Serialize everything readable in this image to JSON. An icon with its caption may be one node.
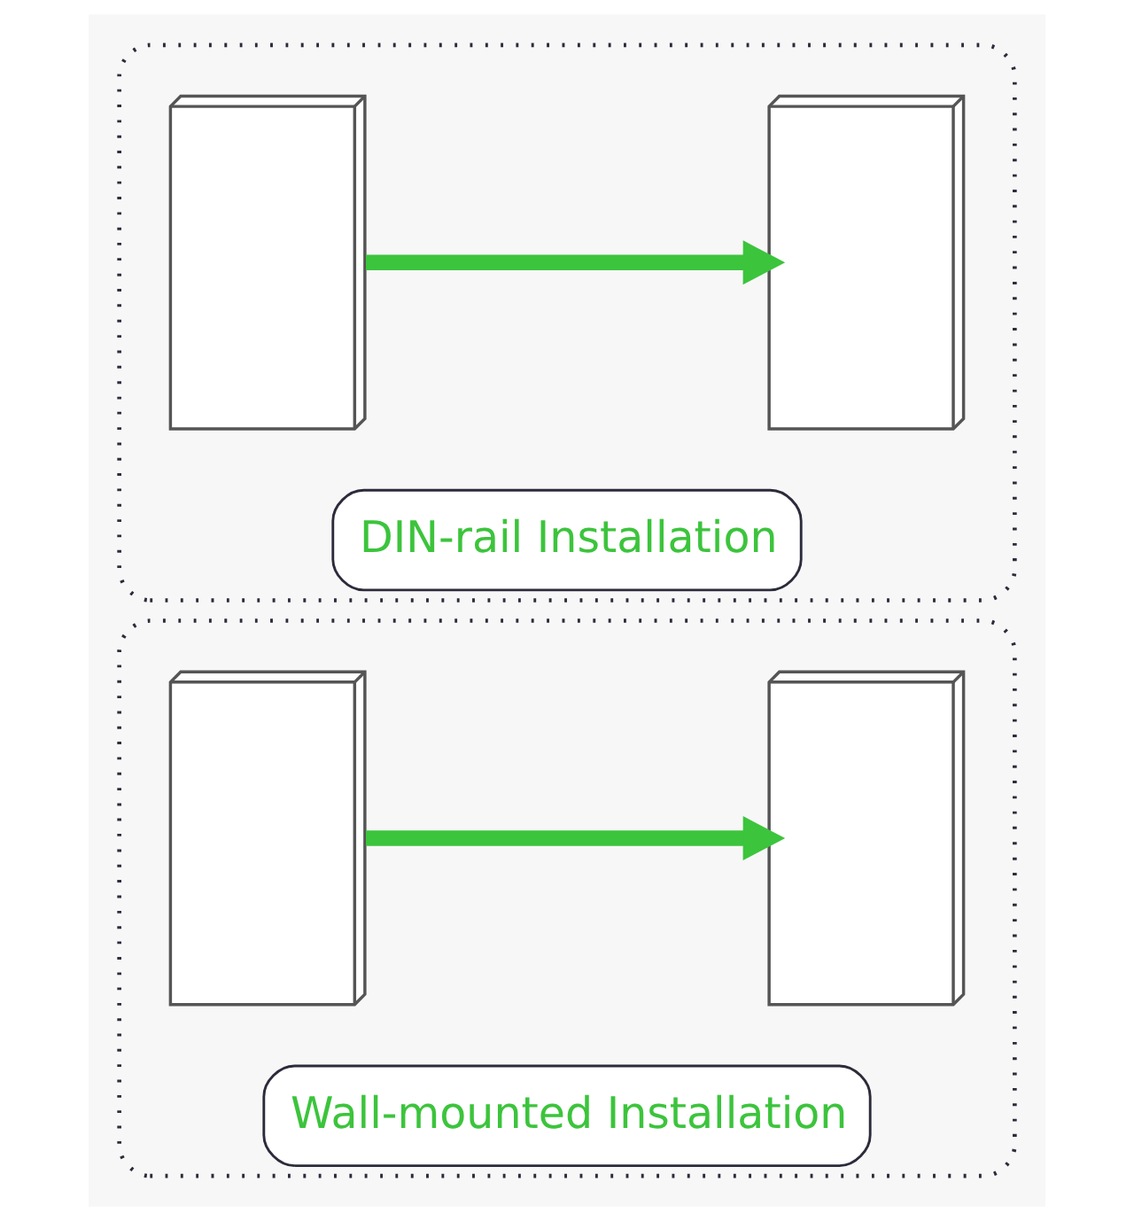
{
  "diagram": {
    "nodes": [
      {
        "text": [
          "DIN-rail Installation"
        ]
      },
      {
        "text": [],
        "shape": "picture",
        "in": 0
      },
      {
        "text": [],
        "shape": "picture",
        "in": 0
      },
      {
        "text": [
          "Wall-mounted Installation"
        ]
      },
      {
        "text": [],
        "shape": "picture",
        "in": 3
      },
      {
        "text": [],
        "shape": "picture",
        "in": 3
      }
    ],
    "edges": [
      {
        "from": 1,
        "to": 2,
        "arrow": "to"
      },
      {
        "from": 4,
        "to": 5,
        "arrow": "to"
      }
    ]
  }
}
